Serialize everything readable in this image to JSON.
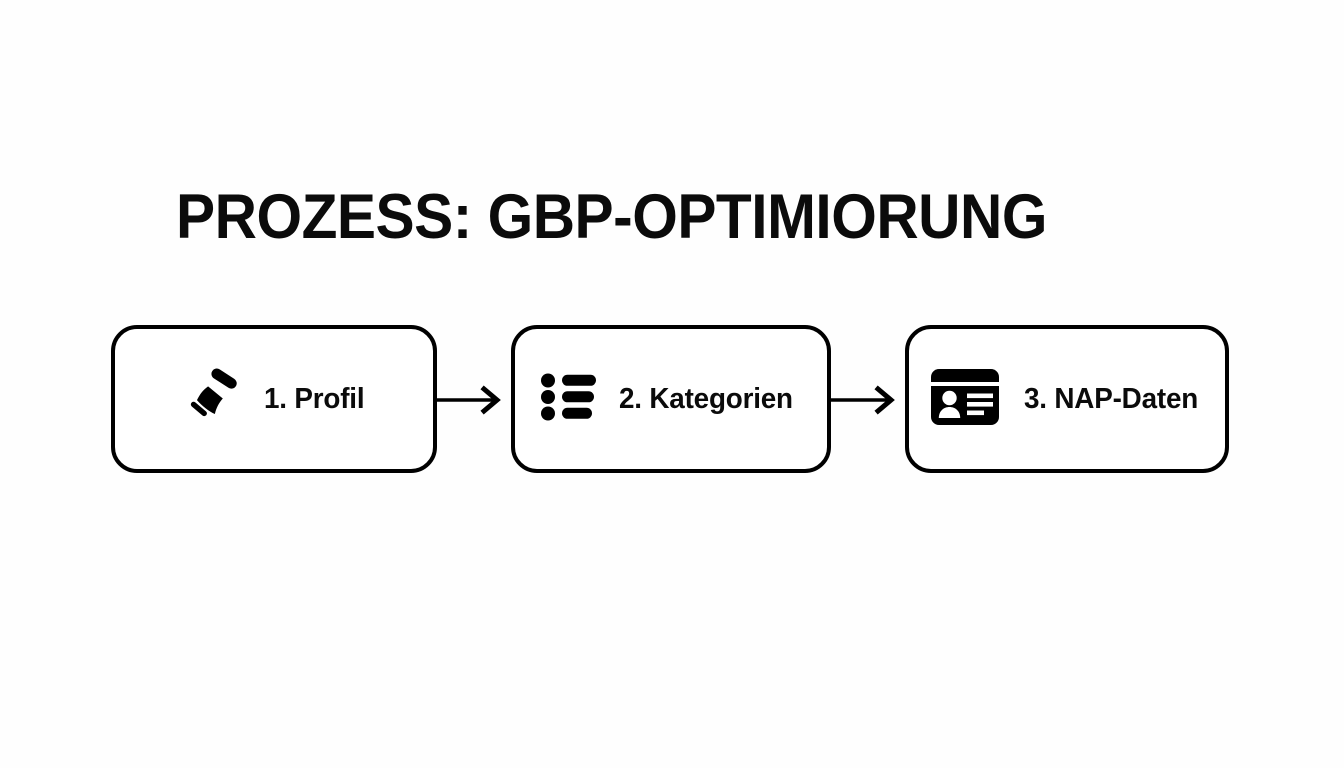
{
  "slide": {
    "background_color": "#fefefe",
    "ink_color": "#000000",
    "title": "PROZESS: GBP-OPTIMIORUNG"
  },
  "flow": {
    "steps": [
      {
        "label": "1. Profil",
        "icon": "pushpin-icon",
        "number": "1",
        "name": "Profil"
      },
      {
        "label": "2. Kategorien",
        "icon": "bulleted-list-icon",
        "number": "2",
        "name": "Kategorien"
      },
      {
        "label": "3. NAP-Daten",
        "icon": "id-card-icon",
        "number": "3",
        "name": "NAP-Daten"
      }
    ],
    "connectors": [
      {
        "icon": "arrow-right-icon",
        "from": "1. Profil",
        "to": "2. Kategorien"
      },
      {
        "icon": "arrow-right-icon",
        "from": "2. Kategorien",
        "to": "3. NAP-Daten"
      }
    ]
  }
}
